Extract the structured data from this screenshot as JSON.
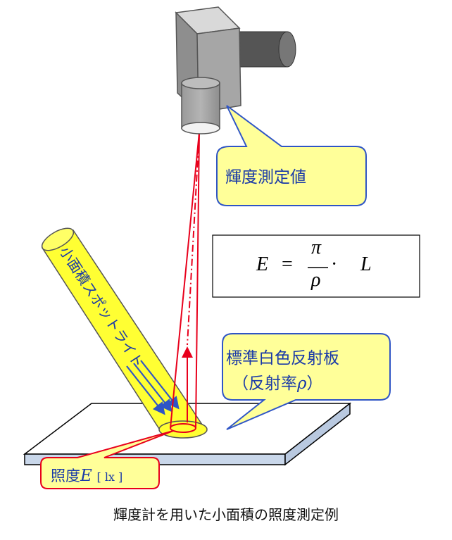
{
  "callouts": {
    "luminance_value": "輝度測定値",
    "reflector_line1": "標準白色反射板",
    "reflector_line2": "（反射率",
    "reflector_symbol": "ρ",
    "reflector_close": "）",
    "illuminance_label": "照度",
    "illuminance_symbol": "E",
    "illuminance_unit": "[ lx ]"
  },
  "spotlight_label": "小面積スポットライト",
  "formula": {
    "lhs": "E",
    "equals": "=",
    "numerator": "π",
    "denominator": "ρ",
    "dot": "·",
    "rhs": "L"
  },
  "caption": "輝度計を用いた小面積の照度測定例",
  "colors": {
    "callout_fill": "#ffff99",
    "callout_border": "#2f55c6",
    "callout_text": "#1a3aa8",
    "beam_fill": "#ffff33",
    "ray_red": "#e8001c",
    "board_top": "#ffffff",
    "board_side": "#c9d7ea",
    "meter_gray": "#a6a6a6"
  }
}
